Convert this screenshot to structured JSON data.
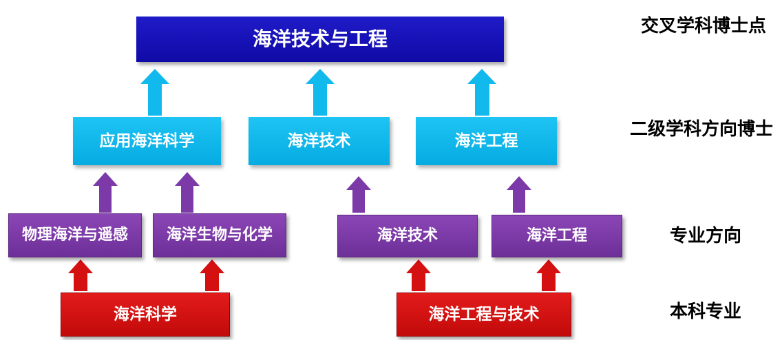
{
  "levels": {
    "interdisciplinary_phd": "交叉学科博士点",
    "secondary_discipline_phd": "二级学科方向博士",
    "major_direction": "专业方向",
    "undergraduate_major": "本科专业"
  },
  "top": {
    "title": "海洋技术与工程"
  },
  "phd_directions": [
    {
      "label": "应用海洋科学"
    },
    {
      "label": "海洋技术"
    },
    {
      "label": "海洋工程"
    }
  ],
  "major_directions": [
    {
      "label": "物理海洋与遥感"
    },
    {
      "label": "海洋生物与化学"
    },
    {
      "label": "海洋技术"
    },
    {
      "label": "海洋工程"
    }
  ],
  "undergrad_majors": [
    {
      "label": "海洋科学"
    },
    {
      "label": "海洋工程与技术"
    }
  ],
  "colors": {
    "navy": "#1410b4",
    "cyan": "#12b9ec",
    "purple": "#7b3aa8",
    "red": "#d51010"
  }
}
